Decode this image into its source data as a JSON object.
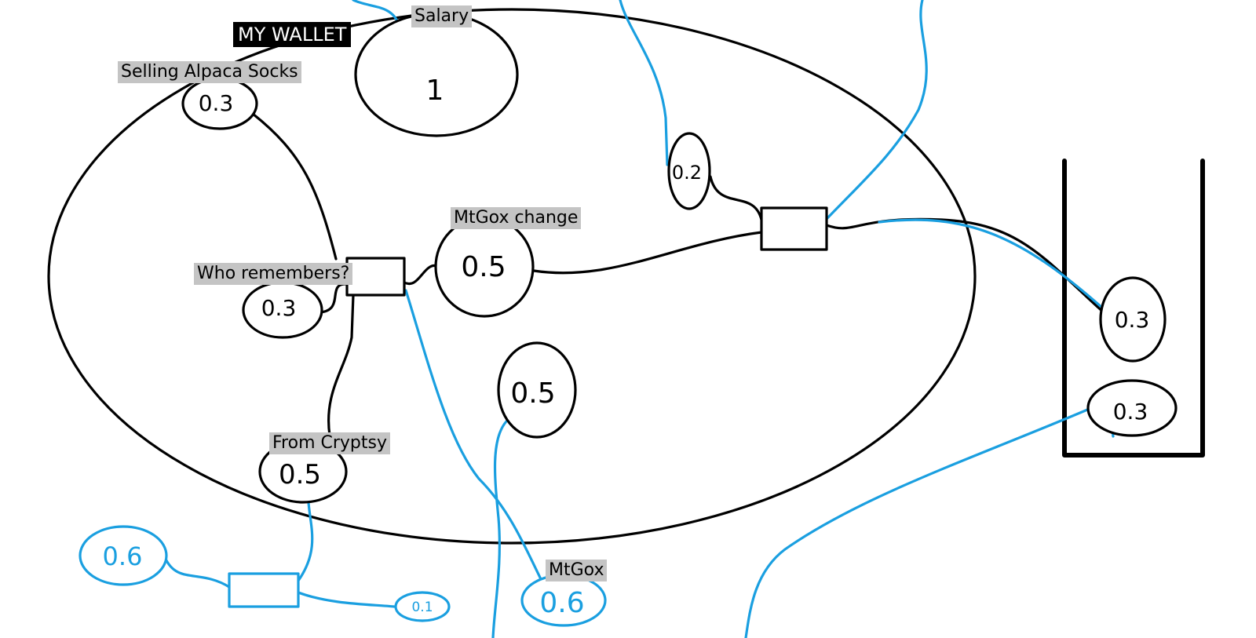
{
  "title": "MY WALLET",
  "labels": {
    "salary": "Salary",
    "selling_alpaca_socks": "Selling Alpaca Socks",
    "mtgox_change": "MtGox change",
    "who_remembers": "Who remembers?",
    "from_cryptsy": "From Cryptsy",
    "mtgox": "MtGox"
  },
  "nodes": {
    "salary": "1",
    "alpaca_socks": "0.3",
    "who_remembers": "0.3",
    "mtgox_change": "0.5",
    "small_top": "0.2",
    "middle": "0.5",
    "from_cryptsy": "0.5",
    "right_upper": "0.3",
    "right_lower": "0.3",
    "blue_left": "0.6",
    "blue_small": "0.1",
    "blue_mtgox": "0.6"
  },
  "colors": {
    "ink": "#000000",
    "blue": "#1a9fe0",
    "label_bg": "#c4c4c4",
    "title_bg": "#000000"
  }
}
